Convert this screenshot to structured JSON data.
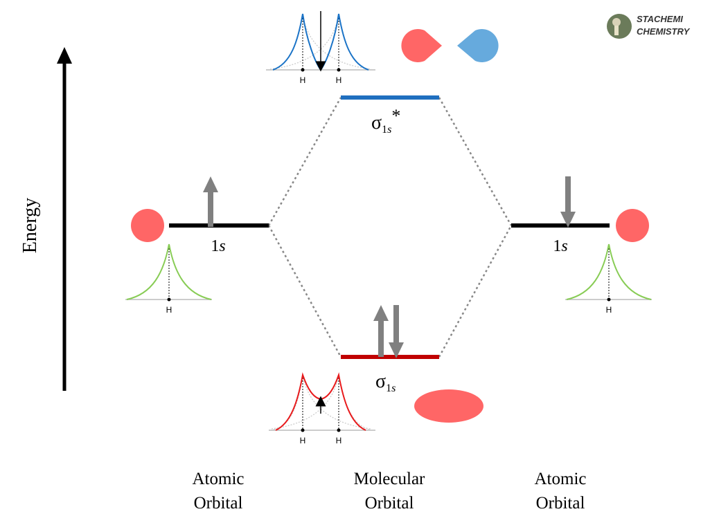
{
  "logo": {
    "line1": "STACHEMI",
    "line2": "CHEMISTRY"
  },
  "axis": {
    "label": "Energy"
  },
  "levels": {
    "left_atomic": {
      "label": "1",
      "label_italic": "s"
    },
    "right_atomic": {
      "label": "1",
      "label_italic": "s"
    },
    "antibonding": {
      "symbol": "σ",
      "subscript": "1",
      "subscript_italic": "s",
      "star": "*"
    },
    "bonding": {
      "symbol": "σ",
      "subscript": "1",
      "subscript_italic": "s"
    }
  },
  "nucleus_label": "H",
  "columns": {
    "left": {
      "line1": "Atomic",
      "line2": "Orbital"
    },
    "middle": {
      "line1": "Molecular",
      "line2": "Orbital"
    },
    "right": {
      "line1": "Atomic",
      "line2": "Orbital"
    }
  },
  "colors": {
    "orbital_red": "#ff6666",
    "orbital_blue": "#66aadd",
    "antibonding_line": "#1f6fbf",
    "bonding_line": "#c00000",
    "electron_arrow": "#808080",
    "wavefunction_green": "#88cc55",
    "wavefunction_blue": "#1a73c7",
    "wavefunction_red": "#e8191b"
  }
}
